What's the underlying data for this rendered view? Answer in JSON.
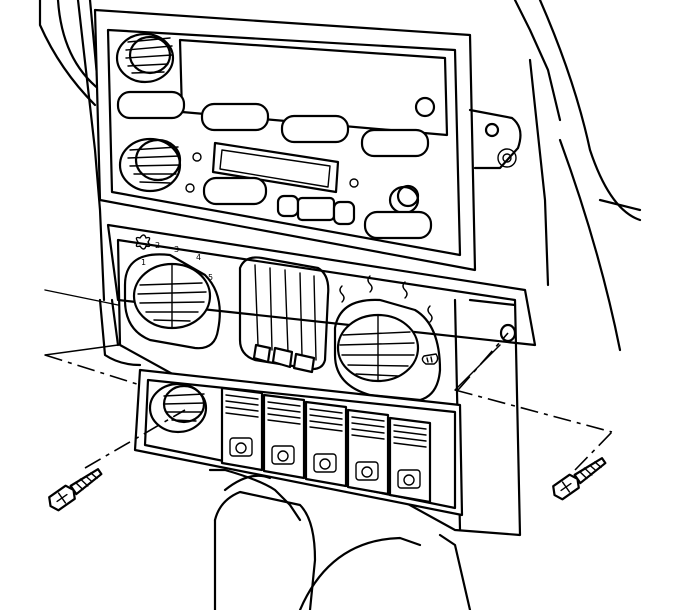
{
  "fan_scale": [
    "1",
    "2",
    "3",
    "4",
    "5"
  ],
  "icons": {
    "fan": "fan-icon",
    "defrost": "defrost-icon",
    "heat_marks": "heat-icon"
  },
  "colors": {
    "ink": "#000000",
    "paper": "#ffffff"
  }
}
